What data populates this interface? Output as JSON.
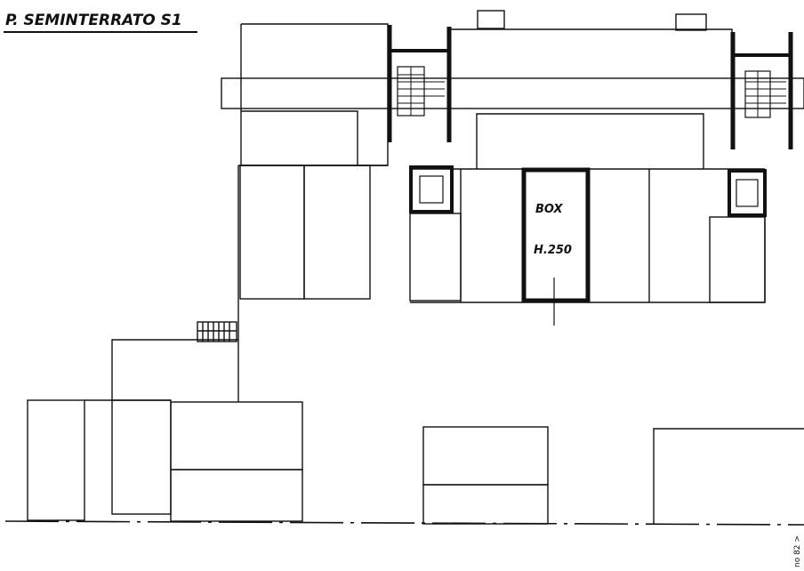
{
  "drawing": {
    "title": "P. SEMINTERRATO S1",
    "box_label": "BOX",
    "box_height": "H.250",
    "margin_note": "no 82 >"
  },
  "colors": {
    "ink": "#111111",
    "paper": "#ffffff"
  }
}
